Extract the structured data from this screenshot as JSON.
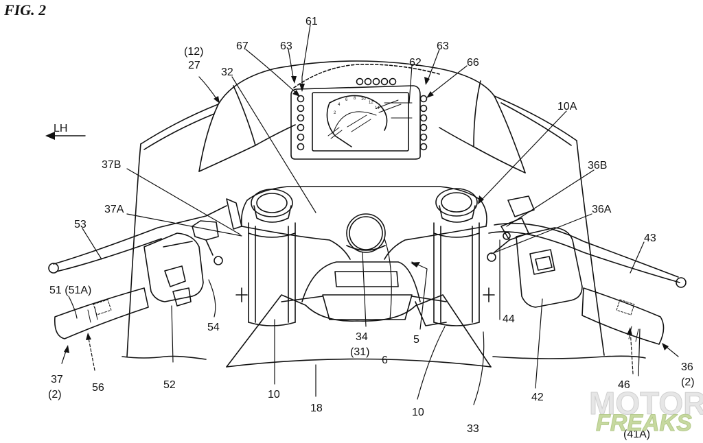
{
  "figure": {
    "title": "FIG. 2"
  },
  "direction": {
    "label": "LH"
  },
  "labels": [
    "61",
    "(12)",
    "27",
    "67",
    "63",
    "62",
    "63",
    "66",
    "32",
    "10A",
    "37B",
    "36B",
    "37A",
    "36A",
    "53",
    "43",
    "51 (51A)",
    "44",
    "54",
    "42",
    "34",
    "(31)",
    "5",
    "6",
    "37",
    "(2)",
    "56",
    "52",
    "10",
    "18",
    "10",
    "33",
    "46",
    "36",
    "(2)",
    "(41A)"
  ],
  "gauge_ticks": [
    "2",
    "4",
    "6",
    "8",
    "10",
    "12",
    "14"
  ],
  "watermark": {
    "line1": "MOTOR",
    "line2": "FREAKS"
  }
}
